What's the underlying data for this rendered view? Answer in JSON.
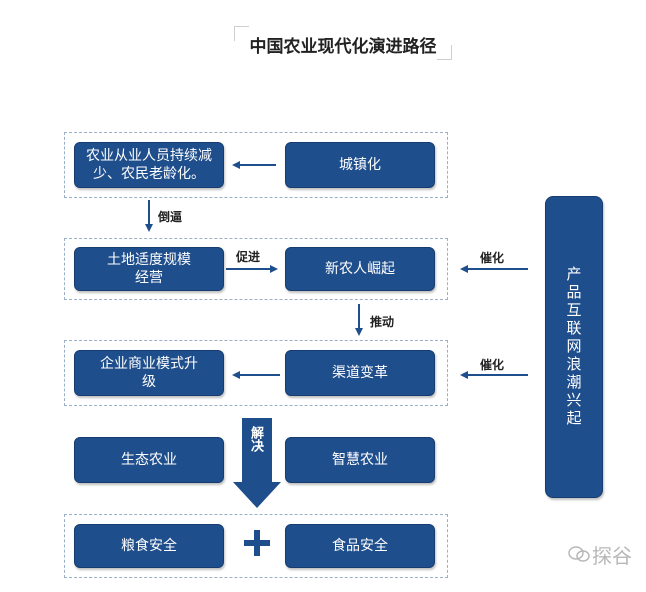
{
  "title": "中国农业现代化演进路径",
  "boxes": {
    "agri_reduction": "农业从业人员持续减少、农民老龄化。",
    "urbanization": "城镇化",
    "land_scale": "土地适度规模经营",
    "new_farmers": "新农人崛起",
    "enterprise_upgrade": "企业商业模式升级",
    "channel_reform": "渠道变革",
    "eco_agri": "生态农业",
    "smart_agri": "智慧农业",
    "grain_security": "粮食安全",
    "food_security": "食品安全",
    "internet_wave": "产品互联网浪潮兴起"
  },
  "labels": {
    "force": "倒逼",
    "promote": "促进",
    "catalyze_1": "催化",
    "drive": "推动",
    "catalyze_2": "催化",
    "solve": "解决"
  },
  "watermark": "探谷",
  "colors": {
    "box": "#1f4e8c",
    "arrow": "#1f4e8c",
    "dash": "#9ab0c8"
  }
}
